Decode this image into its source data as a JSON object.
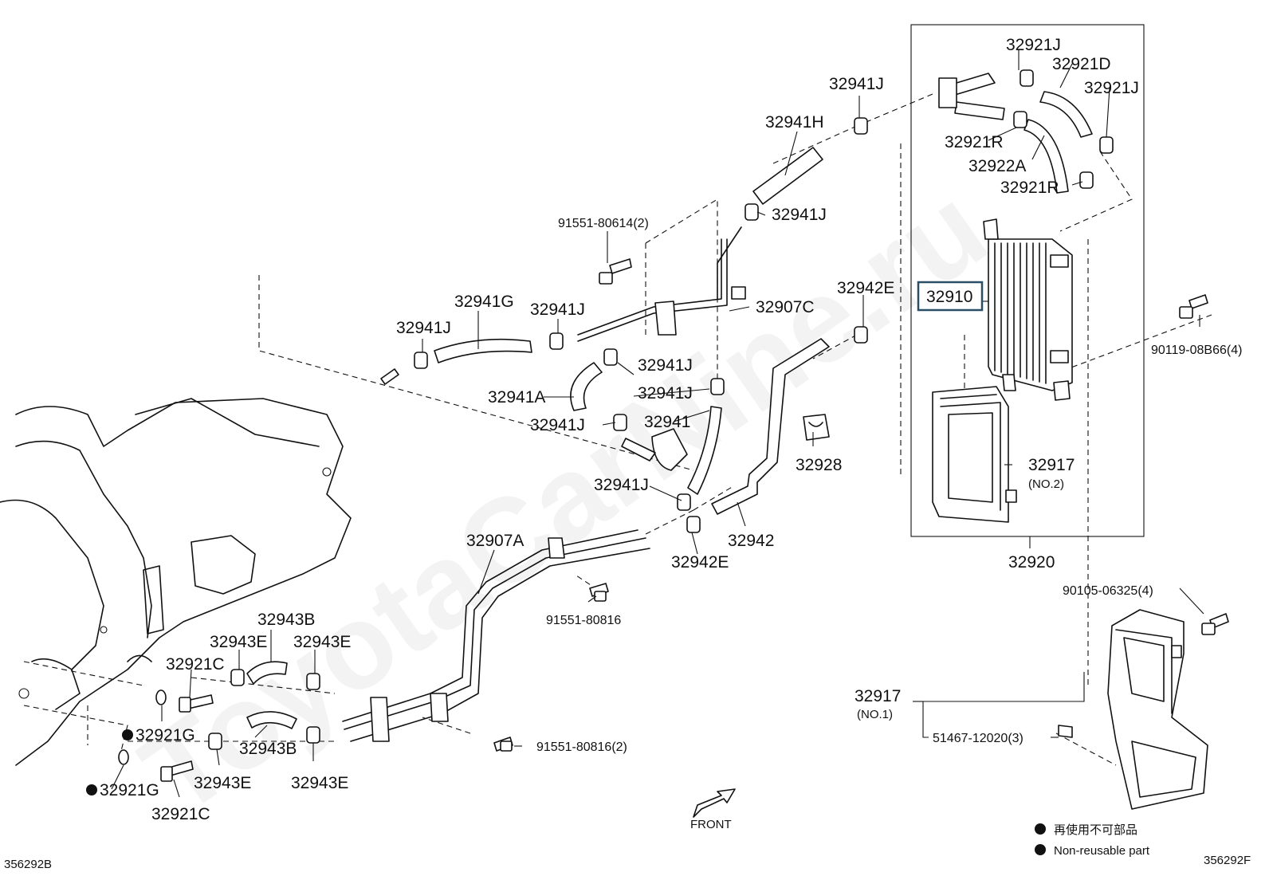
{
  "watermark": "ToyotaCarNine.ru",
  "parts": {
    "p32921J_top": "32921J",
    "p32921D": "32921D",
    "p32921J_right": "32921J",
    "p32941J_a": "32941J",
    "p32941H": "32941H",
    "p32921R_a": "32921R",
    "p32922A": "32922A",
    "p32921R_b": "32921R",
    "p91551_80614": "91551-80614(2)",
    "p32941J_b": "32941J",
    "p32910": "32910",
    "p32942E_a": "32942E",
    "p32941G": "32941G",
    "p32941J_c": "32941J",
    "p32941J_d": "32941J",
    "p32907C": "32907C",
    "p90119_08B66": "90119-08B66(4)",
    "p32941J_e": "32941J",
    "p32941A": "32941A",
    "p32941J_f": "32941J",
    "p32941J_g": "32941J",
    "p32941": "32941",
    "p32928": "32928",
    "p32917_no2": "32917",
    "no2": "(NO.2)",
    "p32941J_h": "32941J",
    "p32907A": "32907A",
    "p32942": "32942",
    "p32942E_b": "32942E",
    "p32920": "32920",
    "p91551_80816_a": "91551-80816",
    "p90105_06325": "90105-06325(4)",
    "p32943B_a": "32943B",
    "p32943E_a": "32943E",
    "p32943E_b": "32943E",
    "p32921C_a": "32921C",
    "p32917_no1": "32917",
    "no1": "(NO.1)",
    "p32921G_a": "32921G",
    "p51467_12020": "51467-12020(3)",
    "p91551_80816_b": "91551-80816(2)",
    "p32943B_b": "32943B",
    "p32943E_c": "32943E",
    "p32943E_d": "32943E",
    "p32921G_b": "32921G",
    "p32921C_b": "32921C"
  },
  "front_label": "FRONT",
  "legend": {
    "line1": "再使用不可部品",
    "line2": "Non-reusable part"
  },
  "codes": {
    "left": "356292B",
    "right": "356292F"
  }
}
